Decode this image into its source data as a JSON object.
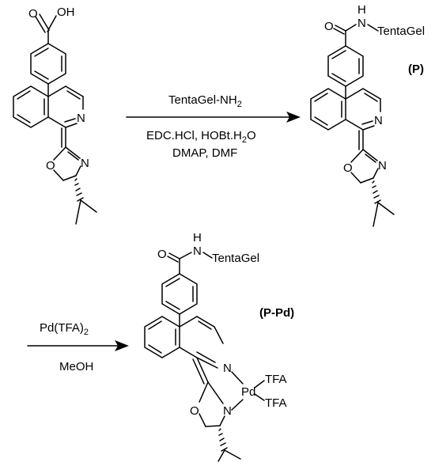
{
  "scheme": {
    "ligand": {
      "oh_label": "OH",
      "o_carbonyl": "O",
      "n_ring": "N",
      "o_oxazoline": "O",
      "n_oxazoline": "N"
    },
    "step1": {
      "reagent_main": "TentaGel-NH",
      "reagent_sub": "2",
      "condition_line1": "EDC.HCl, HOBt.H",
      "condition_line1_sub": "2",
      "condition_line1_tail": "O",
      "condition_line2": "DMAP, DMF"
    },
    "product_p": {
      "label": "(P)",
      "h_label": "H",
      "n_amide": "N",
      "tentagel": "TentaGel",
      "o_carbonyl": "O",
      "n_ring": "N",
      "o_oxazoline": "O",
      "n_oxazoline": "N"
    },
    "step2": {
      "reagent_main": "Pd(TFA)",
      "reagent_sub": "2",
      "solvent": "MeOH"
    },
    "product_ppd": {
      "label": "(P-Pd)",
      "h_label": "H",
      "n_amide": "N",
      "tentagel": "TentaGel",
      "o_carbonyl": "O",
      "n_ring": "N",
      "o_oxazoline": "O",
      "n_oxazoline": "N",
      "pd": "Pd",
      "tfa_1": "TFA",
      "tfa_2": "TFA"
    }
  }
}
